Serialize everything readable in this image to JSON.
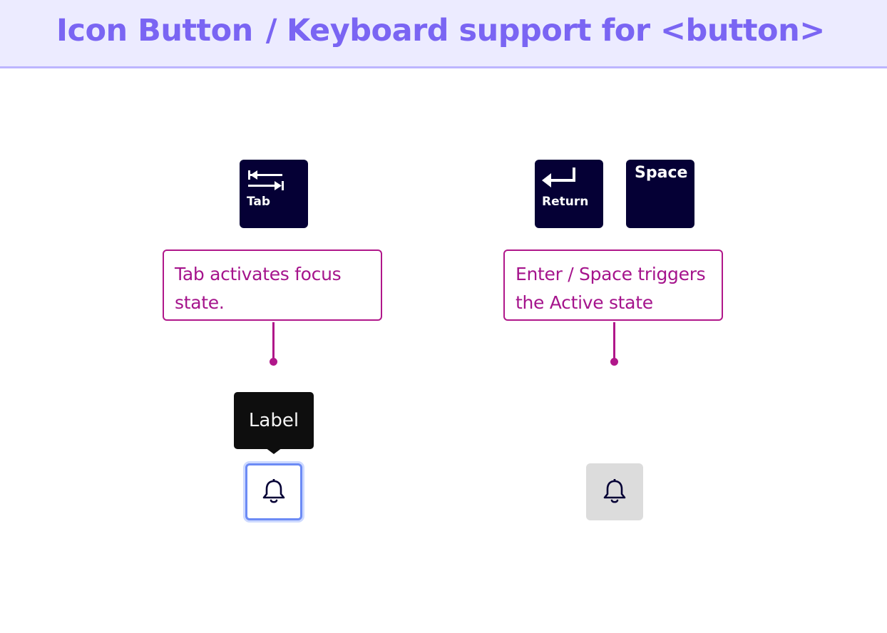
{
  "header": {
    "component": "Icon Button",
    "separator": "/",
    "subtitle": "Keyboard support for <button>"
  },
  "keys": {
    "tab": {
      "label": "Tab",
      "icon": "tab-arrows-icon"
    },
    "return": {
      "label": "Return",
      "icon": "return-arrow-icon"
    },
    "space": {
      "label": "Space"
    }
  },
  "callouts": {
    "focus": {
      "text": "Tab activates focus state."
    },
    "active": {
      "text": "Enter / Space triggers the Active state"
    }
  },
  "tooltip": {
    "label": "Label"
  },
  "buttons": {
    "focus": {
      "icon": "bell-icon",
      "state": "focus"
    },
    "active": {
      "icon": "bell-icon",
      "state": "active"
    }
  },
  "colors": {
    "header_bg": "#ecebff",
    "header_text": "#7a65f3",
    "key_bg": "#050035",
    "callout_accent": "#b0178a",
    "focus_ring": "#6c8bf5",
    "active_bg": "#dcdcdc"
  }
}
